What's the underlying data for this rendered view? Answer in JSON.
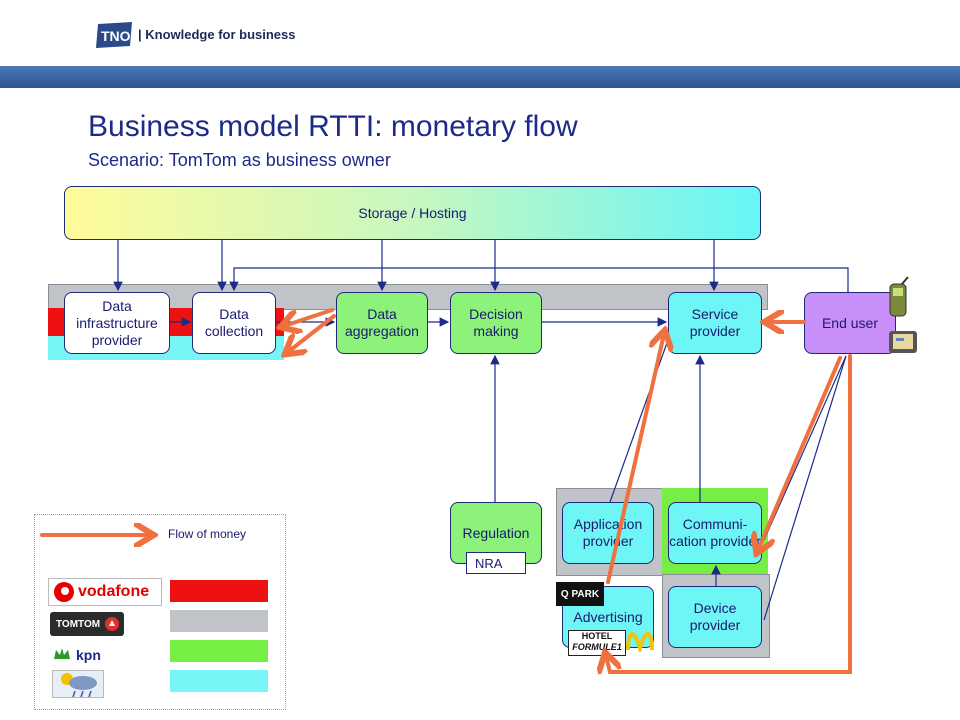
{
  "header": {
    "logo_text": "TNO",
    "tagline": "| Knowledge for business",
    "band_color": "#35609d"
  },
  "slide": {
    "title": "Business model RTTI: monetary flow",
    "subtitle": "Scenario: TomTom as business owner"
  },
  "diagram": {
    "storage": "Storage / Hosting",
    "data_infrastructure": "Data infrastructure provider",
    "data_collection": "Data collection",
    "data_aggregation": "Data aggregation",
    "decision_making": "Decision making",
    "service_provider": "Service provider",
    "end_user": "End user",
    "regulation": "Regulation",
    "nra": "NRA",
    "application_provider": "Application provider",
    "communication_provider": "Communi- cation provider",
    "advertising": "Advertising",
    "device_provider": "Device provider"
  },
  "legend": {
    "flow_label": "Flow of money",
    "companies": [
      {
        "name": "vodafone",
        "color": "#ee1111"
      },
      {
        "name": "TOMTOM",
        "color": "#c0c4c8"
      },
      {
        "name": "kpn",
        "color": "#77ee44"
      },
      {
        "name": "",
        "color": "#77f4f6"
      }
    ]
  },
  "logos": {
    "qpark": "Q PARK",
    "hotel": "HOTEL",
    "formule1": "FORMULE1"
  },
  "colors": {
    "money_arrow": "#f07040",
    "line": "#1c2a8a",
    "vodafone_red": "#ee1111",
    "tomtom_grey": "#c0c4c8",
    "kpn_green": "#77ee44",
    "cyan": "#77f4f6"
  }
}
